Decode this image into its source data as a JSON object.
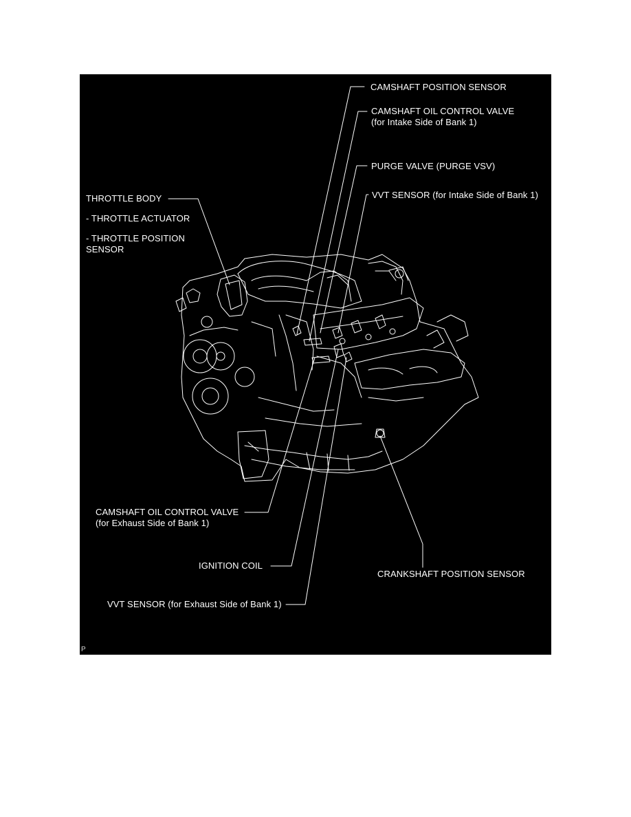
{
  "diagram": {
    "type": "engine component location diagram",
    "background_color": "#000000",
    "line_color": "#ffffff",
    "corner_mark": "P",
    "labels": {
      "camshaft_position_sensor": {
        "title": "CAMSHAFT POSITION SENSOR"
      },
      "camshaft_ocv_intake": {
        "title": "CAMSHAFT OIL CONTROL VALVE",
        "subtitle": "(for Intake Side of Bank 1)"
      },
      "purge_valve": {
        "title": "PURGE VALVE (PURGE VSV)"
      },
      "vvt_sensor_intake": {
        "title": "VVT SENSOR (for Intake Side of Bank 1)"
      },
      "throttle_body": {
        "title": "THROTTLE BODY",
        "item1": "- THROTTLE ACTUATOR",
        "item2_line1": "- THROTTLE POSITION",
        "item2_line2": "SENSOR"
      },
      "camshaft_ocv_exhaust": {
        "title": "CAMSHAFT OIL CONTROL VALVE",
        "subtitle": "(for Exhaust Side of Bank 1)"
      },
      "ignition_coil": {
        "title": "IGNITION COIL"
      },
      "vvt_sensor_exhaust": {
        "title": "VVT SENSOR (for Exhaust Side of Bank 1)"
      },
      "crankshaft_position_sensor": {
        "title": "CRANKSHAFT POSITION SENSOR"
      }
    }
  }
}
